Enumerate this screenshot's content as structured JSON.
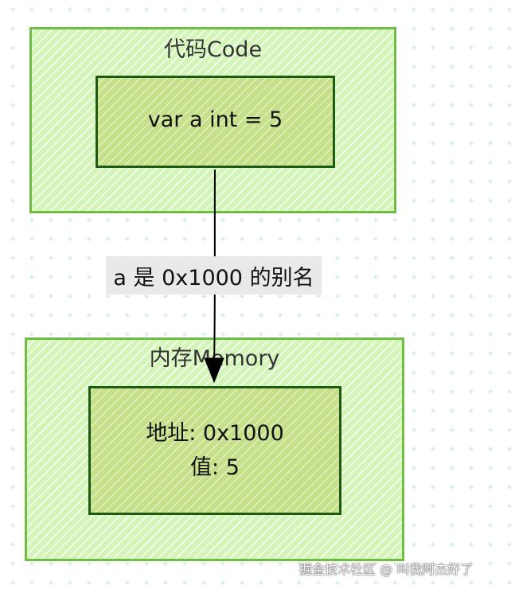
{
  "code_node": {
    "title": "代码Code",
    "statement": "var a int = 5"
  },
  "edge": {
    "label": "a 是 0x1000 的别名"
  },
  "memory_node": {
    "title": "内存Memory",
    "address_line": "地址: 0x1000",
    "value_line": "值: 5"
  },
  "watermark": "掘金技术社区 @ 叫我阿杰好了",
  "colors": {
    "container_fill": "#d4f5b8",
    "container_border": "#6fbd44",
    "inner_fill": "#c6e08a",
    "inner_border": "#1d5a12",
    "grid_mark": "#cfe8e2",
    "edge_label_bg": "#e9e9e9"
  }
}
